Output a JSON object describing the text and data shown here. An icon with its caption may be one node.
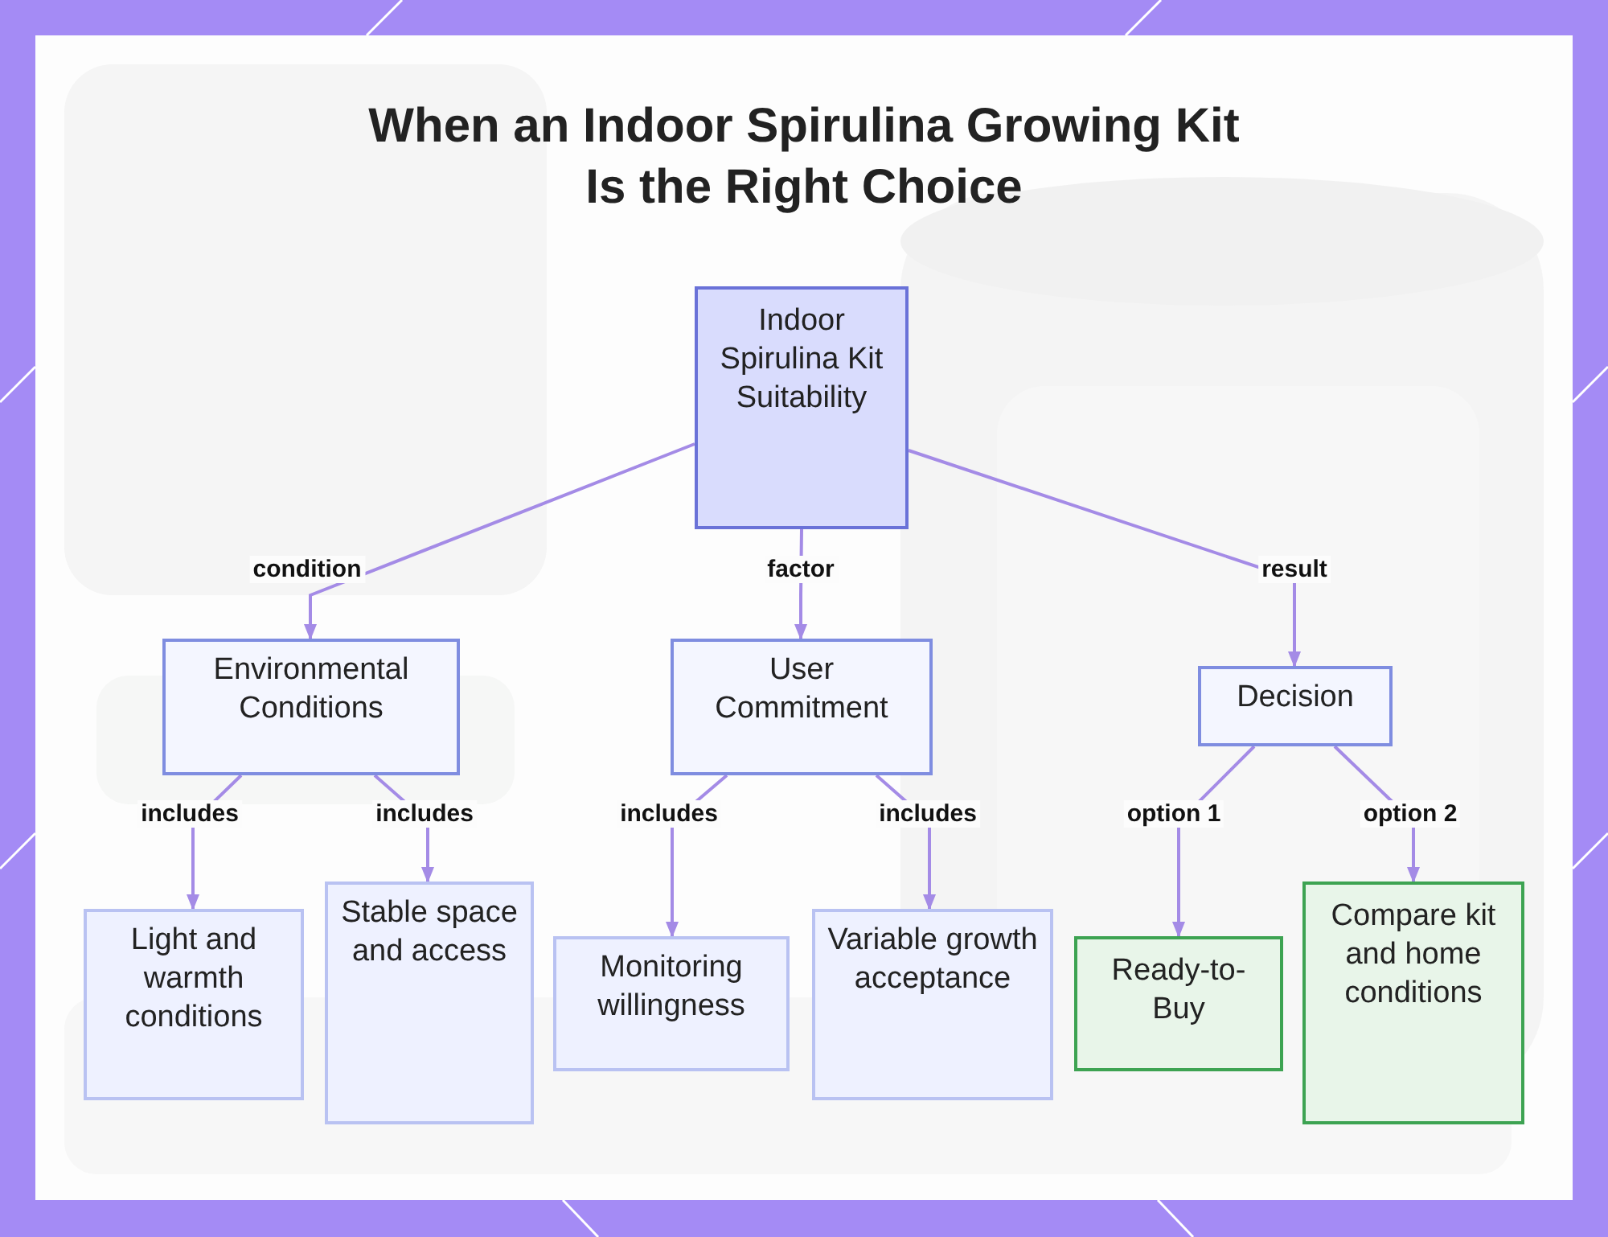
{
  "diagram": {
    "title": "When an Indoor Spirulina Growing Kit Is the Right Choice",
    "nodes": [
      {
        "text": [
          "Indoor Spirulina Kit Suitability"
        ]
      },
      {
        "text": [
          "Environmental Conditions"
        ]
      },
      {
        "text": [
          "User Commitment"
        ]
      },
      {
        "text": [
          "Decision"
        ]
      },
      {
        "text": [
          "Light and warmth conditions"
        ]
      },
      {
        "text": [
          "Stable space and access"
        ]
      },
      {
        "text": [
          "Monitoring willingness"
        ]
      },
      {
        "text": [
          "Variable growth acceptance"
        ]
      },
      {
        "text": [
          "Ready-to-Buy"
        ]
      },
      {
        "text": [
          "Compare kit and home conditions"
        ]
      }
    ],
    "edges": [
      {
        "from": 0,
        "to": 1,
        "arrow": "to",
        "label": "condition"
      },
      {
        "from": 0,
        "to": 2,
        "arrow": "to",
        "label": "factor"
      },
      {
        "from": 0,
        "to": 3,
        "arrow": "to",
        "label": "result"
      },
      {
        "from": 1,
        "to": 4,
        "arrow": "to",
        "label": "includes"
      },
      {
        "from": 1,
        "to": 5,
        "arrow": "to",
        "label": "includes"
      },
      {
        "from": 2,
        "to": 6,
        "arrow": "to",
        "label": "includes"
      },
      {
        "from": 2,
        "to": 7,
        "arrow": "to",
        "label": "includes"
      },
      {
        "from": 3,
        "to": 8,
        "arrow": "to",
        "label": "option 1"
      },
      {
        "from": 3,
        "to": 9,
        "arrow": "to",
        "label": "option 2"
      }
    ]
  }
}
